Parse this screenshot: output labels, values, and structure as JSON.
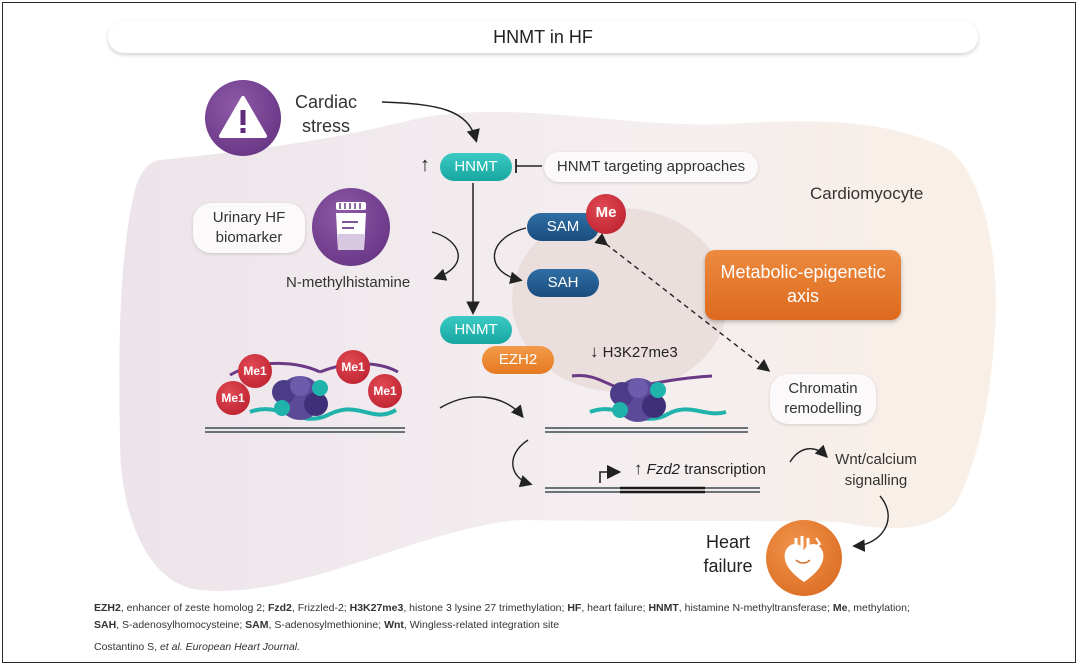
{
  "title": "HNMT in HF",
  "labels": {
    "cardiac_stress_1": "Cardiac",
    "cardiac_stress_2": "stress",
    "cardiomyocyte": "Cardiomyocyte",
    "hnmt_top": "HNMT",
    "hnmt_targeting": "HNMT targeting approaches",
    "urinary_1": "Urinary HF",
    "urinary_2": "biomarker",
    "n_methylhistamine": "N-methylhistamine",
    "sam": "SAM",
    "me": "Me",
    "sah": "SAH",
    "metabolic_1": "Metabolic-epigenetic",
    "metabolic_2": "axis",
    "hnmt_complex": "HNMT",
    "ezh2": "EZH2",
    "h3k27me3": "H3K27me3",
    "me1": "Me1",
    "chromatin_1": "Chromatin",
    "chromatin_2": "remodelling",
    "fzd2_italic": "Fzd2",
    "fzd2_rest": " transcription",
    "wnt_1": "Wnt/calcium",
    "wnt_2": "signalling",
    "heart_failure_1": "Heart",
    "heart_failure_2": "failure",
    "up_arrow": "↑",
    "down_arrow": "↓"
  },
  "caption": {
    "line1": [
      {
        "b": "EZH2",
        "t": ", enhancer of zeste homolog 2; "
      },
      {
        "b": "Fzd2",
        "t": ", Frizzled-2; "
      },
      {
        "b": "H3K27me3",
        "t": ", histone 3 lysine 27 trimethylation; "
      },
      {
        "b": "HF",
        "t": ", heart failure; "
      },
      {
        "b": "HNMT",
        "t": ", histamine N-methyltransferase; "
      },
      {
        "b": "Me",
        "t": ", methylation;"
      }
    ],
    "line2": [
      {
        "b": "SAH",
        "t": ", S-adenosylhomocysteine; "
      },
      {
        "b": "SAM",
        "t": ", S-adenosylmethionine; "
      },
      {
        "b": "Wnt",
        "t": ", Wingless-related integration site"
      }
    ],
    "citation_plain": "Costantino S, ",
    "citation_italic": "et al. European Heart Journal."
  },
  "colors": {
    "teal": "#1fb3ab",
    "navy": "#1f5a8e",
    "orange": "#e4782b",
    "purple": "#6b3a87",
    "methyl_red": "#c4202f",
    "cell_fill": "#f3eeee"
  },
  "icons": [
    "warning-icon",
    "urine-cup-icon",
    "heart-icon"
  ]
}
